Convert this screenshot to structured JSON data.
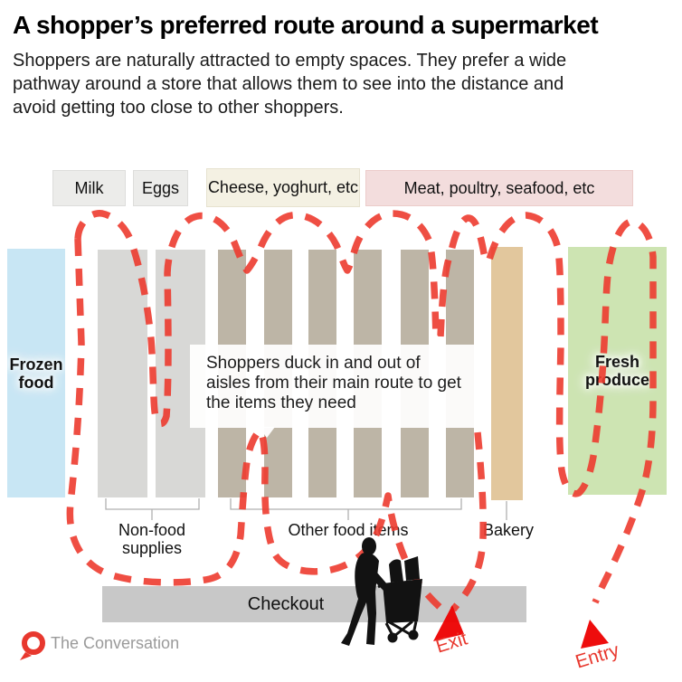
{
  "title": "A shopper’s preferred route around a supermarket",
  "subtitle": "Shoppers are naturally attracted to empty spaces. They prefer a wide pathway around a store that allows them to see into the distance and avoid getting too close to other shoppers.",
  "top_labels": [
    {
      "label": "Milk"
    },
    {
      "label": "Eggs"
    },
    {
      "label": "Cheese, yoghurt, etc"
    },
    {
      "label": "Meat, poultry, seafood, etc"
    }
  ],
  "zones": {
    "frozen": {
      "label": "Frozen food",
      "color": "#c8e6f4"
    },
    "fresh": {
      "label": "Fresh produce",
      "color": "#cde4b2"
    }
  },
  "aisle_groups": {
    "non_food": {
      "label": "Non-food supplies",
      "color": "#d8d8d6"
    },
    "other_food": {
      "label": "Other food items",
      "color": "#bdb5a6"
    },
    "bakery": {
      "label": "Bakery",
      "color": "#e2c79d"
    }
  },
  "checkout": {
    "label": "Checkout",
    "color": "#c8c8c8"
  },
  "annotation": {
    "text": "Shoppers duck in and out of aisles from their main route to get the items they need"
  },
  "route": {
    "exit_label": "Exit",
    "entry_label": "Entry",
    "color": "#ed3b2f",
    "style": "dashed"
  },
  "footer": {
    "brand": "The Conversation",
    "logo_color": "#e8382e"
  }
}
